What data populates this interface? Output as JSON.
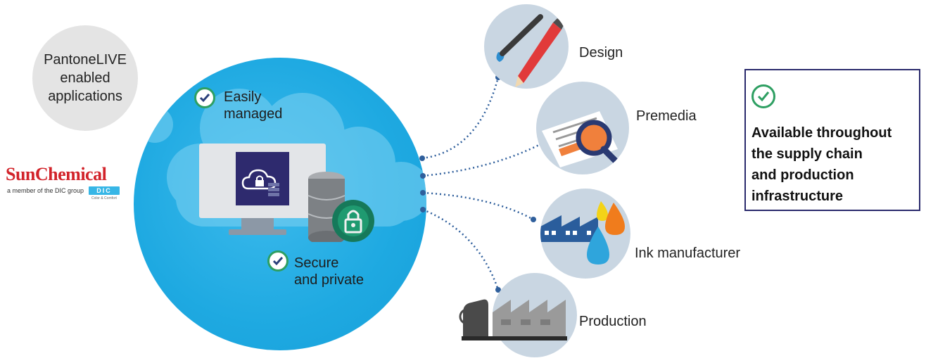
{
  "pantone": {
    "line1": "PantoneLIVE",
    "line2": "enabled",
    "line3": "applications"
  },
  "logo": {
    "name": "SunChemical",
    "member": "a member of the DIC group",
    "badge": "DIC",
    "tagline": "Color & Comfort"
  },
  "features": {
    "easily_line1": "Easily",
    "easily_line2": "managed",
    "secure_line1": "Secure",
    "secure_line2": "and private"
  },
  "stages": [
    {
      "label": "Design",
      "icon": "paintbrush-pencil-icon"
    },
    {
      "label": "Premedia",
      "icon": "document-magnifier-icon"
    },
    {
      "label": "Ink manufacturer",
      "icon": "factory-ink-drops-icon"
    },
    {
      "label": "Production",
      "icon": "printing-press-icon"
    }
  ],
  "info": {
    "line1": "Available throughout",
    "line2": "the supply chain",
    "line3": "and production",
    "line4": "infrastructure"
  },
  "colors": {
    "cloud_blue": "#1ea9e1",
    "check_green": "#2e9f62",
    "navy": "#2a2a6c",
    "dot_line": "#2f5f9c"
  }
}
